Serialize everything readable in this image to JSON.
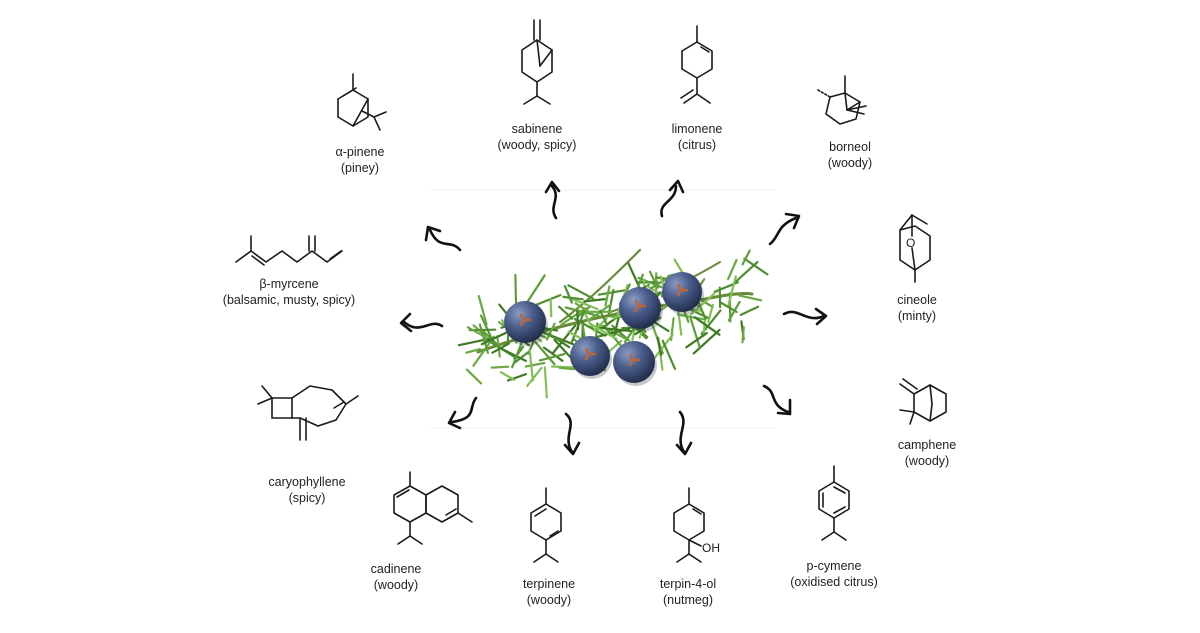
{
  "compounds": [
    {
      "id": "a-pinene",
      "name": "α-pinene",
      "aroma": "(piney)"
    },
    {
      "id": "sabinene",
      "name": "sabinene",
      "aroma": "(woody, spicy)"
    },
    {
      "id": "limonene",
      "name": "limonene",
      "aroma": "(citrus)"
    },
    {
      "id": "borneol",
      "name": "borneol",
      "aroma": "(woody)"
    },
    {
      "id": "b-myrcene",
      "name": "β-myrcene",
      "aroma": "(balsamic, musty, spicy)"
    },
    {
      "id": "cineole",
      "name": "cineole",
      "aroma": "(minty)"
    },
    {
      "id": "caryophyllene",
      "name": "caryophyllene",
      "aroma": "(spicy)"
    },
    {
      "id": "camphene",
      "name": "camphene",
      "aroma": "(woody)"
    },
    {
      "id": "cadinene",
      "name": "cadinene",
      "aroma": "(woody)"
    },
    {
      "id": "terpinene",
      "name": "terpinene",
      "aroma": "(woody)"
    },
    {
      "id": "terpin-4-ol",
      "name": "terpin-4-ol",
      "aroma": "(nutmeg)"
    },
    {
      "id": "p-cymene",
      "name": "p-cymene",
      "aroma": "(oxidised citrus)"
    }
  ],
  "atoms": {
    "oxygen": "O",
    "hydroxyl": "OH"
  },
  "colors": {
    "needle": "#5e9c3a",
    "berry": "#3d4f7a",
    "berry_tip": "#c8642a",
    "ink": "#1a1a1a"
  }
}
